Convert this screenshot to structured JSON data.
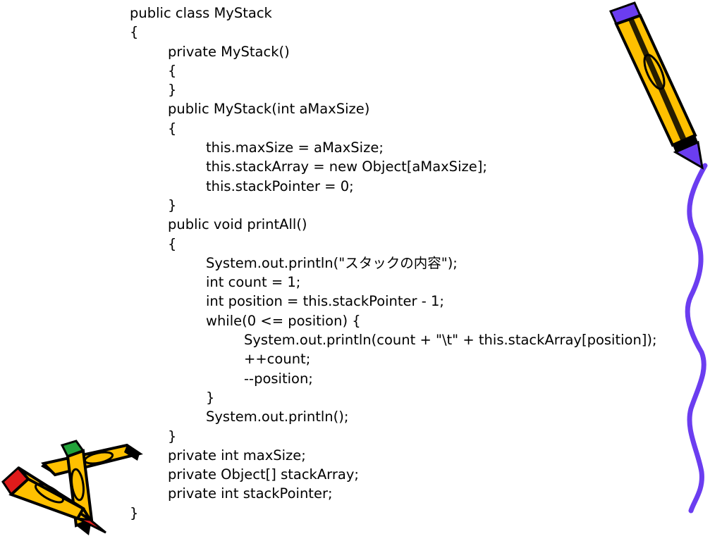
{
  "colors": {
    "pencil_body": "#ffc000",
    "pencil_outline": "#000000",
    "pencil_tip_purple": "#6b3df0",
    "pencil_tip_red": "#e01b1b",
    "pencil_tip_green": "#22a33a",
    "wavy_line": "#6b3df0"
  },
  "icons": [
    "pencil-icon-top-right",
    "pencil-cluster-icon-bottom-left",
    "wavy-line-right"
  ],
  "code_lines": [
    {
      "indent": 0,
      "text": "public class MyStack"
    },
    {
      "indent": 0,
      "text": "{"
    },
    {
      "indent": 1,
      "text": "private MyStack()"
    },
    {
      "indent": 1,
      "text": "{"
    },
    {
      "indent": 1,
      "text": "}"
    },
    {
      "indent": 1,
      "text": "public MyStack(int aMaxSize)"
    },
    {
      "indent": 1,
      "text": "{"
    },
    {
      "indent": 2,
      "text": "this.maxSize = aMaxSize;"
    },
    {
      "indent": 2,
      "text": "this.stackArray = new Object[aMaxSize];"
    },
    {
      "indent": 2,
      "text": "this.stackPointer = 0;"
    },
    {
      "indent": 1,
      "text": "}"
    },
    {
      "indent": 1,
      "text": "public void printAll()"
    },
    {
      "indent": 1,
      "text": "{"
    },
    {
      "indent": 2,
      "text": "System.out.println(\"スタックの内容\");"
    },
    {
      "indent": 2,
      "text": "int count = 1;"
    },
    {
      "indent": 2,
      "text": "int position = this.stackPointer - 1;"
    },
    {
      "indent": 2,
      "text": "while(0 <= position) {"
    },
    {
      "indent": 3,
      "text": "System.out.println(count + \"\\t\" + this.stackArray[position]);"
    },
    {
      "indent": 3,
      "text": "++count;"
    },
    {
      "indent": 3,
      "text": "--position;"
    },
    {
      "indent": 2,
      "text": "}"
    },
    {
      "indent": 2,
      "text": "System.out.println();"
    },
    {
      "indent": 1,
      "text": "}"
    },
    {
      "indent": 1,
      "text": "private int maxSize;"
    },
    {
      "indent": 1,
      "text": "private Object[] stackArray;"
    },
    {
      "indent": 1,
      "text": "private int stackPointer;"
    },
    {
      "indent": 0,
      "text": "}"
    }
  ]
}
